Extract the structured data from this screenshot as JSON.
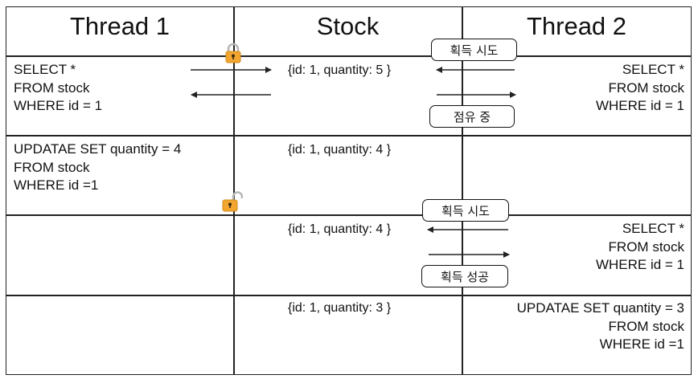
{
  "headers": {
    "thread1": "Thread 1",
    "stock": "Stock",
    "thread2": "Thread 2"
  },
  "rows": [
    {
      "thread1": "SELECT *\nFROM stock\nWHERE id = 1",
      "stock": "{id: 1, quantity: 5 }",
      "thread2": "SELECT *\nFROM stock\nWHERE id = 1"
    },
    {
      "thread1": "UPDATAE SET quantity = 4\nFROM stock\nWHERE id =1",
      "stock": "{id: 1, quantity: 4 }",
      "thread2": ""
    },
    {
      "thread1": "",
      "stock": "{id: 1, quantity: 4 }",
      "thread2": "SELECT *\nFROM stock\nWHERE id = 1"
    },
    {
      "thread1": "",
      "stock": "{id: 1, quantity: 3 }",
      "thread2": "UPDATAE SET quantity = 3\nFROM stock\nWHERE id =1"
    }
  ],
  "labels": {
    "acquire_try_1": "획득 시도",
    "occupied": "점유 중",
    "acquire_try_2": "획득 시도",
    "acquire_success": "획득 성공"
  },
  "icons": {
    "lock_closed": "lock-closed-icon",
    "lock_open": "lock-open-icon"
  },
  "colors": {
    "lock_body": "#f2a630",
    "lock_shackle": "#b7b7b7",
    "line": "#222222"
  }
}
